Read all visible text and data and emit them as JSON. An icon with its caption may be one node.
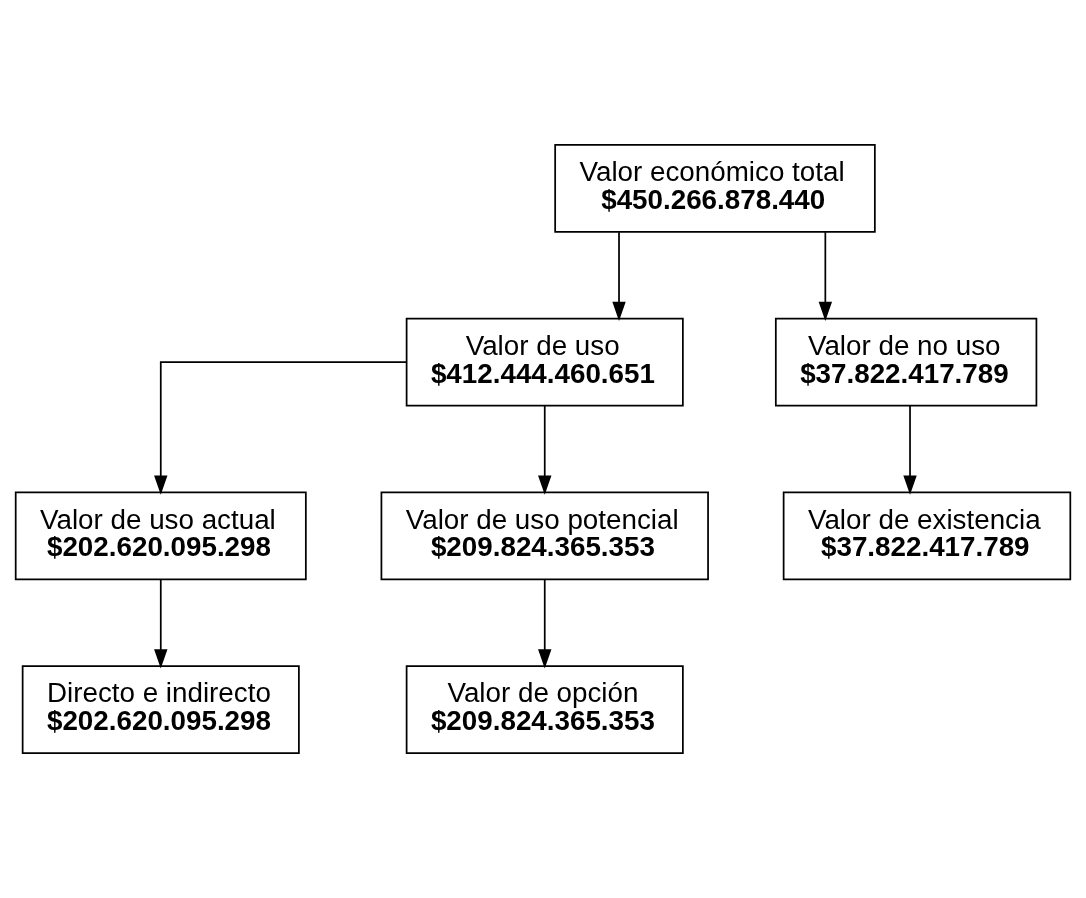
{
  "diagram": {
    "nodes": [
      {
        "text": [
          "Valor económico total",
          "$450.266.878.440"
        ]
      },
      {
        "text": [
          "Valor de uso",
          "$412.444.460.651"
        ]
      },
      {
        "text": [
          "Valor de no uso",
          "$37.822.417.789"
        ]
      },
      {
        "text": [
          "Valor de uso actual",
          "$202.620.095.298"
        ]
      },
      {
        "text": [
          "Valor de uso potencial",
          "$209.824.365.353"
        ]
      },
      {
        "text": [
          "Directo e indirecto",
          "$202.620.095.298"
        ]
      },
      {
        "text": [
          "Valor de opción",
          "$209.824.365.353"
        ]
      },
      {
        "text": [
          "Valor de existencia",
          "$37.822.417.789"
        ]
      }
    ],
    "edges": [
      {
        "from": 0,
        "to": 1,
        "arrow": "to"
      },
      {
        "from": 0,
        "to": 2,
        "arrow": "to"
      },
      {
        "from": 1,
        "to": 3,
        "arrow": "to"
      },
      {
        "from": 1,
        "to": 4,
        "arrow": "to"
      },
      {
        "from": 3,
        "to": 5,
        "arrow": "to"
      },
      {
        "from": 4,
        "to": 6,
        "arrow": "to"
      },
      {
        "from": 2,
        "to": 7,
        "arrow": "to"
      }
    ]
  }
}
